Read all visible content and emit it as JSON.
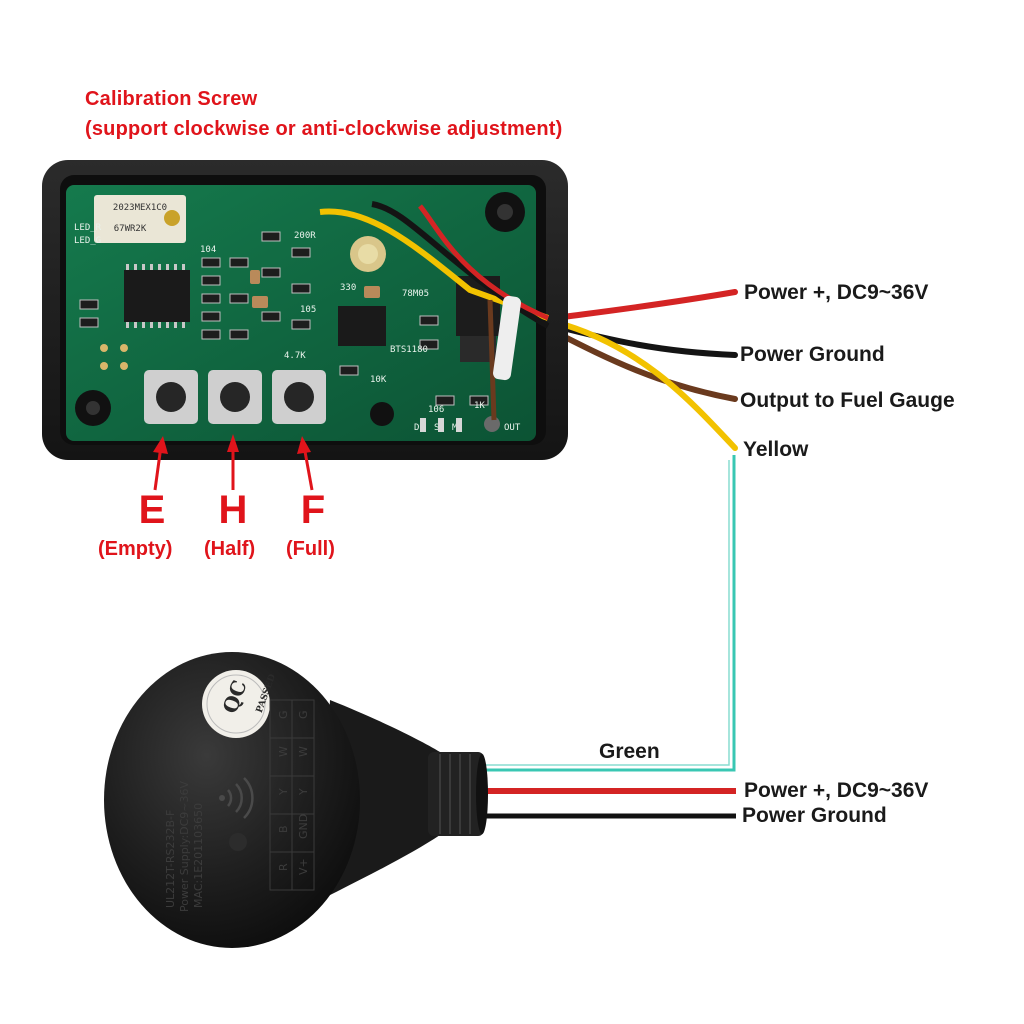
{
  "calibration": {
    "title": "Calibration Screw",
    "subtitle": "(support clockwise or anti-clockwise adjustment)"
  },
  "controller_wires": [
    {
      "label": "Power +, DC9~36V",
      "color": "#d42424"
    },
    {
      "label": "Power Ground",
      "color": "#1a1a1a"
    },
    {
      "label": "Output to Fuel Gauge",
      "color": "#6a3a1e"
    },
    {
      "label": "Yellow",
      "color": "#f2c200"
    }
  ],
  "buttons": [
    {
      "letter": "E",
      "meaning": "(Empty)"
    },
    {
      "letter": "H",
      "meaning": "(Half)"
    },
    {
      "letter": "F",
      "meaning": "(Full)"
    }
  ],
  "sensor_wires": [
    {
      "label": "Green",
      "color": "#39c7b3"
    },
    {
      "label": "Power +, DC9~36V",
      "color": "#d42424"
    },
    {
      "label": "Power Ground",
      "color": "#111111"
    }
  ],
  "board_silkscreen": {
    "trimmer": "2023MEX1C0",
    "trimmer_value": "67WR2K",
    "led_labels": [
      "LED_R",
      "LED_G"
    ],
    "chip": "BTS1180",
    "regulator": "78M05",
    "resistors": [
      "200R",
      "10K",
      "4.7K",
      "330",
      "1K",
      "106",
      "105",
      "104"
    ],
    "pins": [
      "DC",
      "S",
      "Md",
      "OUT"
    ]
  },
  "sensor_print": {
    "model": "UL212T-RS232B-F",
    "supply": "Power Supply:DC9~36V",
    "mac": "MAC:1E201103650",
    "qc_badge": "QC",
    "qc_passed": "PASSED",
    "pin_row1": [
      "R",
      "B",
      "Y",
      "W",
      "G"
    ],
    "pin_row2": [
      "V+",
      "GND",
      "Y",
      "W",
      "G"
    ]
  },
  "colors": {
    "annotation_red": "#e0141b",
    "pcb_green": "#0f5c3c",
    "case_black": "#1d1d1d"
  }
}
